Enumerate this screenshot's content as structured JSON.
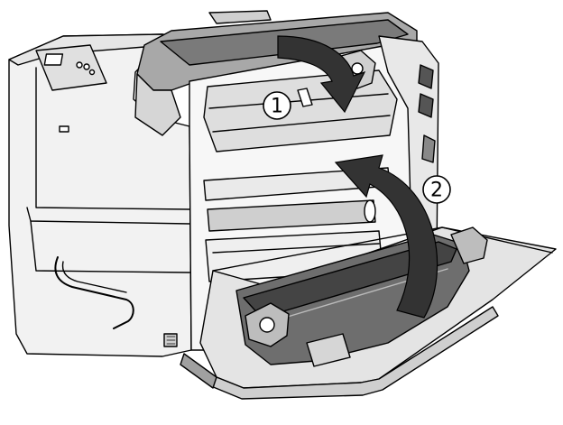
{
  "diagram": {
    "subject": "printer-with-open-side-cover",
    "steps": [
      {
        "label": "1",
        "action": "close-top-cover"
      },
      {
        "label": "2",
        "action": "close-side-door"
      }
    ],
    "colors": {
      "line": "#000000",
      "body": "#f2f2f2",
      "shade_light": "#d6d6d6",
      "shade_mid": "#a8a8a8",
      "shade_dark": "#555555",
      "arrow_fill": "#333333",
      "background": "#ffffff"
    }
  }
}
